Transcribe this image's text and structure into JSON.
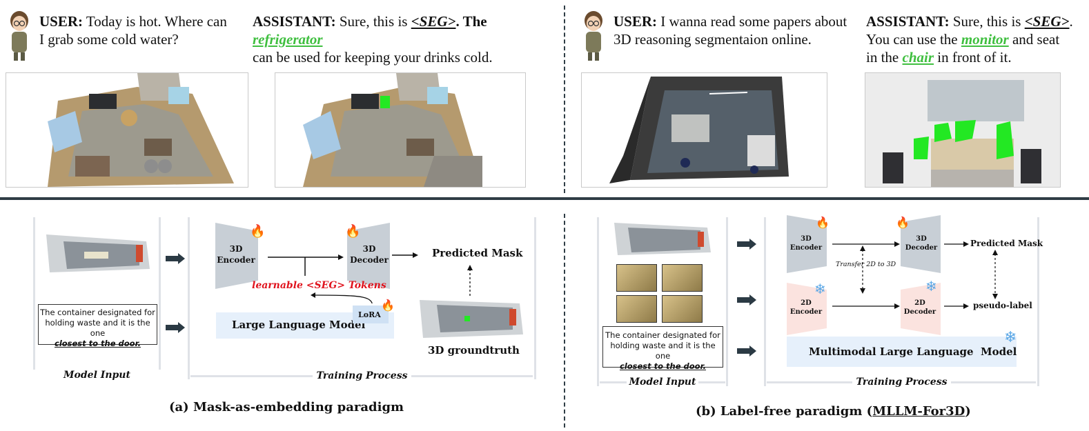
{
  "top_left": {
    "user_label": "USER:",
    "user_text_1": "Today is hot. Where can",
    "user_text_2": "I grab some cold water?",
    "assistant_label": "ASSISTANT:",
    "assistant_pre": "Sure, this is",
    "seg_token": "<SEG>",
    "assistant_mid": ". The",
    "highlight": "refrigerator",
    "assistant_line2": "can be  used for keeping your drinks cold."
  },
  "top_right": {
    "user_label": "USER:",
    "user_text_1": "I wanna read some papers about",
    "user_text_2": "3D reasoning segmentaion online.",
    "assistant_label": "ASSISTANT:",
    "assistant_pre": "Sure, this is",
    "seg_token": "<SEG>",
    "assistant_line2_pre": "You can use the",
    "highlight_1": "monitor",
    "assistant_line2_post": "and seat",
    "assistant_line3_pre": "in the",
    "highlight_2": "chair",
    "assistant_line3_post": "in front of it."
  },
  "panel_a": {
    "input_text_1": "The container designated for",
    "input_text_2": "holding waste and it is the one",
    "input_text_3": "closest to the door.",
    "encoder": "3D Encoder",
    "decoder": "3D Decoder",
    "predicted_mask": "Predicted Mask",
    "learnable_tokens": "learnable <SEG> Tokens",
    "llm": "Large Language Model",
    "lora": "LoRA",
    "groundtruth": "3D groundtruth",
    "model_input": "Model Input",
    "training_process": "Training Process",
    "caption": "(a) Mask-as-embedding paradigm"
  },
  "panel_b": {
    "input_text_1": "The container designated for",
    "input_text_2": "holding waste and it is the one",
    "input_text_3": "closest to the door.",
    "encoder_3d": "3D Encoder",
    "decoder_3d": "3D Decoder",
    "encoder_2d": "2D Encoder",
    "decoder_2d": "2D Decoder",
    "transfer": "Transfer 2D to 3D",
    "predicted_mask": "Predicted Mask",
    "pseudo_label": "pseudo-label",
    "mllm": "Multimodal Large Language  Model",
    "model_input": "Model Input",
    "training_process": "Training Process",
    "caption_pre": "(b) Label-free paradigm (",
    "caption_link": "MLLM-For3D",
    "caption_post": ")"
  },
  "colors": {
    "seg_red": "#e0141e",
    "highlight_green": "#3fbf3f",
    "divider": "#2f3d45",
    "arrow_fill": "#2b3a44",
    "encoder_grey": "#c8cfd6",
    "encoder_pink": "#fbe3df",
    "llm_blue": "#e6f0fb"
  }
}
